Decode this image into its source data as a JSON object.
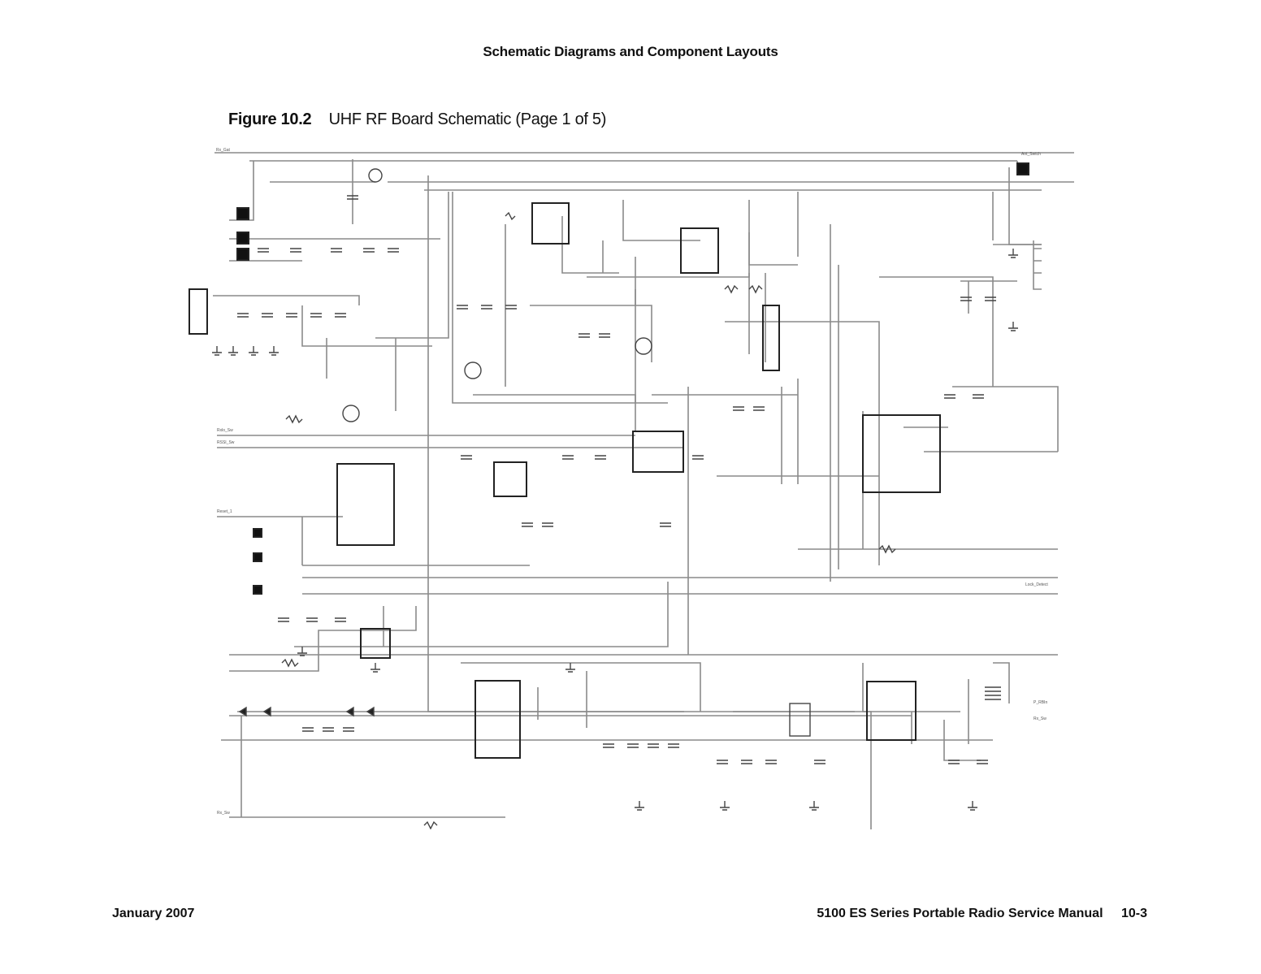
{
  "header": {
    "title": "Schematic Diagrams and Component Layouts"
  },
  "figure": {
    "number": "Figure 10.2",
    "title": "UHF RF Board Schematic (Page 1 of 5)"
  },
  "schematic": {
    "description": "UHF RF board circuit schematic (labels illegible at this resolution)",
    "line_color": "#8a8a8a",
    "component_color": "#222222"
  },
  "footer": {
    "date": "January 2007",
    "manual": "5100 ES Series Portable Radio Service Manual",
    "page": "10-3"
  }
}
